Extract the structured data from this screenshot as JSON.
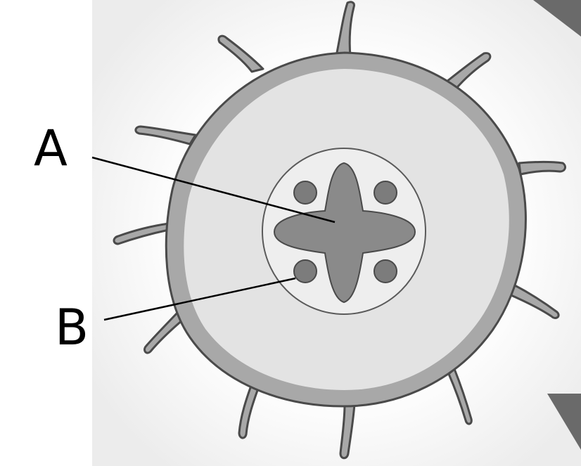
{
  "labels": [
    {
      "id": "A",
      "text": "A"
    },
    {
      "id": "B",
      "text": "B"
    }
  ],
  "colors": {
    "page_background": "#ffffff",
    "panel_background": "#ececec",
    "outline": "#4a4a4a",
    "cell_wall": "#a8a8a8",
    "cytoplasm": "#e3e3e3",
    "central_cylinder": "#eeeeee",
    "xylem": "#8a8a8a",
    "phloem": "#7c7c7c",
    "corner_marks": "#6a6a6a",
    "leader_lines": "#000000"
  }
}
